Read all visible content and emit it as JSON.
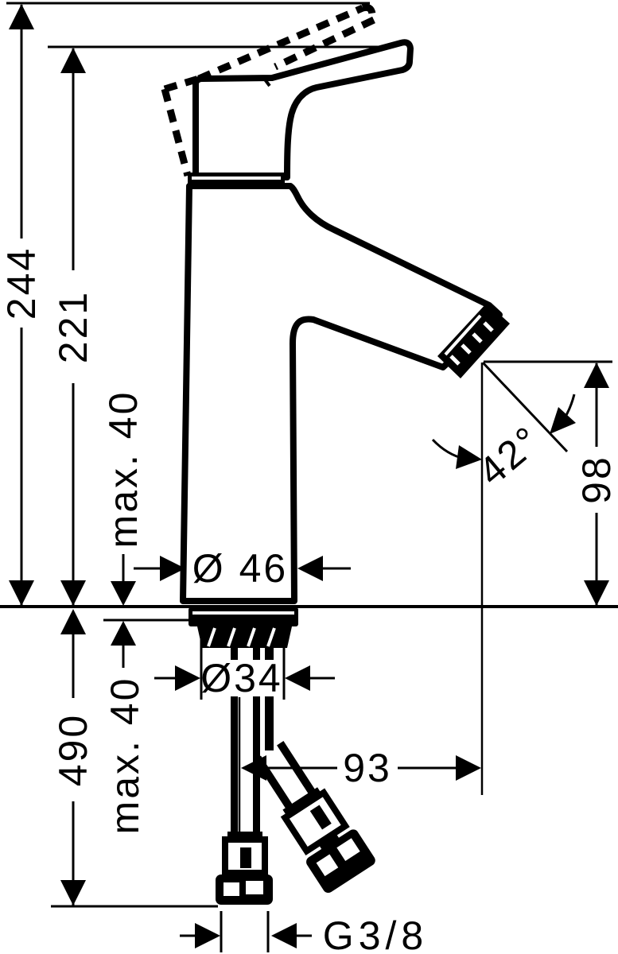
{
  "document": {
    "type": "technical-drawing",
    "subject": "Single-lever basin mixer faucet - side elevation with installation dimensions",
    "units": "mm",
    "background_color": "#ffffff",
    "line_color": "#000000"
  },
  "dimensions": {
    "overall_height": "244",
    "height_to_spout_top": "221",
    "max_mounting_thickness_upper": "max. 40",
    "body_diameter": "Ø 46",
    "spout_angle": "42°",
    "spout_outlet_height": "98",
    "hose_length_below_deck": "490",
    "max_mounting_thickness_lower": "max. 40",
    "shank_diameter": "Ø34",
    "spout_reach": "93",
    "hose_thread": "G3/8"
  }
}
